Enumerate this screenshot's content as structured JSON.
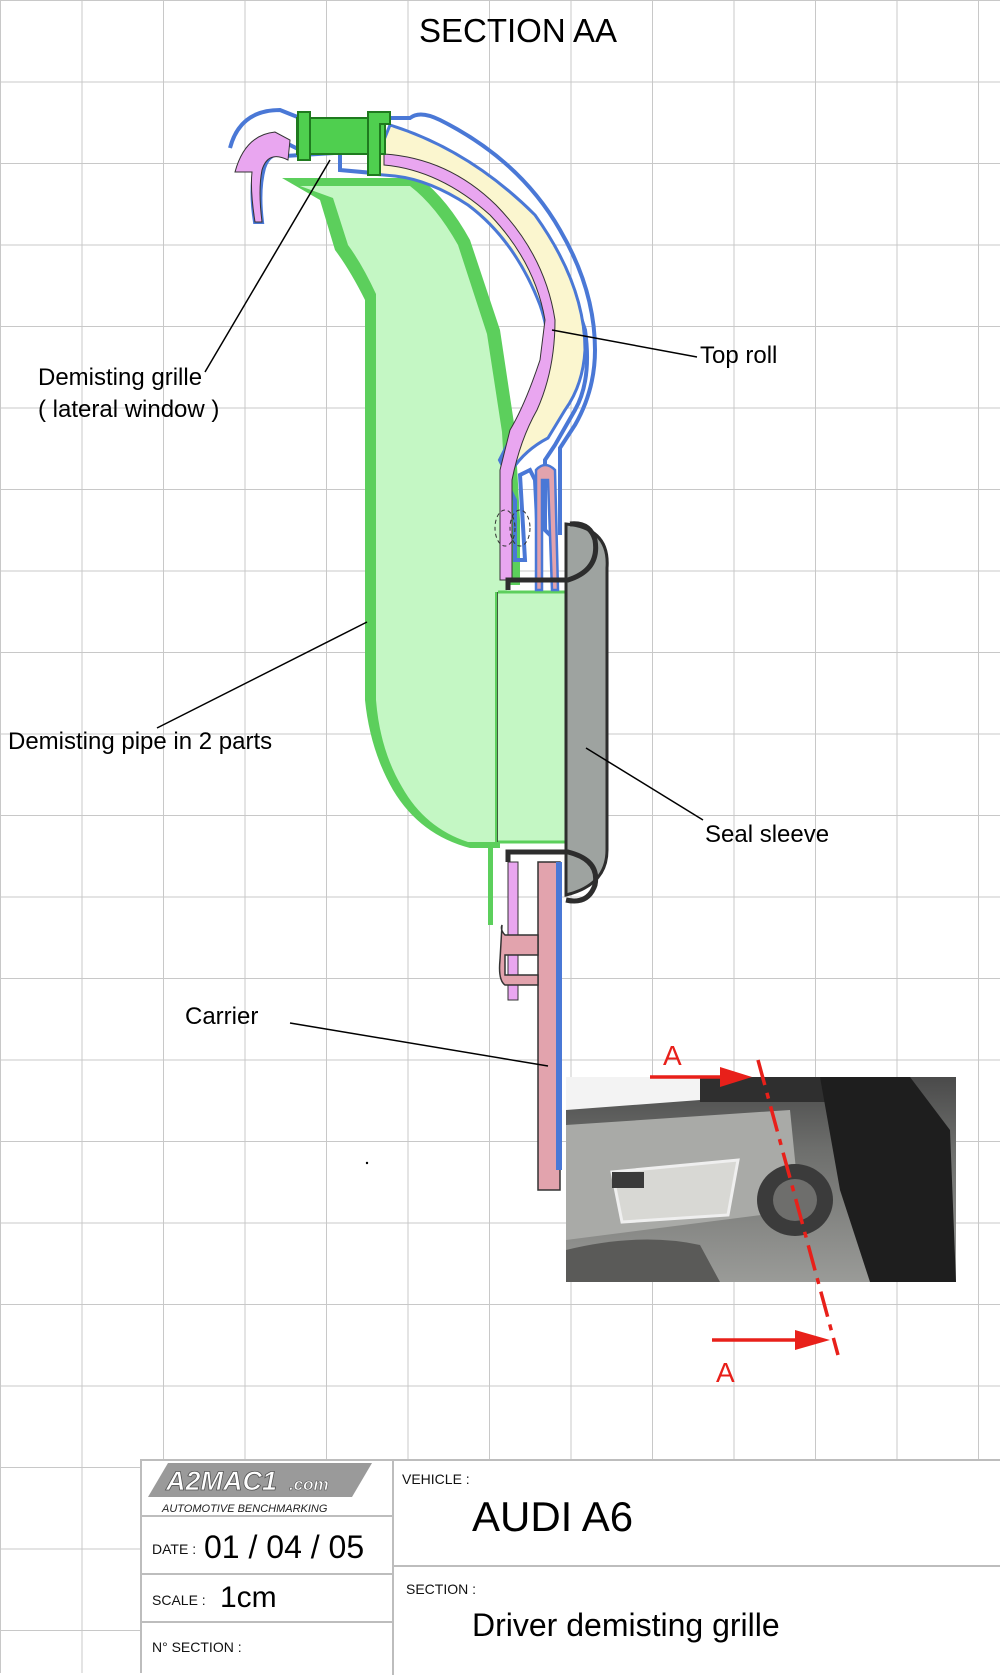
{
  "title": "SECTION AA",
  "labels": {
    "demisting_grille_line1": "Demisting grille",
    "demisting_grille_line2": "( lateral window )",
    "top_roll": "Top roll",
    "demisting_pipe": "Demisting pipe in 2 parts",
    "seal_sleeve": "Seal sleeve",
    "carrier": "Carrier",
    "section_mark_top": "A",
    "section_mark_bottom": "A"
  },
  "title_block": {
    "logo_text": "A2MAC1",
    "logo_suffix": ".com",
    "logo_tagline": "AUTOMOTIVE BENCHMARKING",
    "date_label": "DATE :",
    "date_value": "01 / 04 / 05",
    "scale_label": "SCALE :",
    "scale_value": "1cm",
    "section_no_label": "N° SECTION :",
    "vehicle_label": "VEHICLE :",
    "vehicle_value": "AUDI A6",
    "section_label": "SECTION :",
    "section_value": "Driver demisting grille"
  },
  "colors": {
    "grid": "#c8c8c8",
    "pipe_green": "#c4f7c4",
    "pipe_outline": "#5ccf5c",
    "grille_green": "#4fcf4f",
    "top_roll_yellow": "#fbf6cf",
    "top_roll_blue": "#4a78d6",
    "pink_layer": "#e9a6f0",
    "carrier_red": "#e2a3ad",
    "seal_grey": "#9ea3a0",
    "section_red": "#e8201a"
  }
}
